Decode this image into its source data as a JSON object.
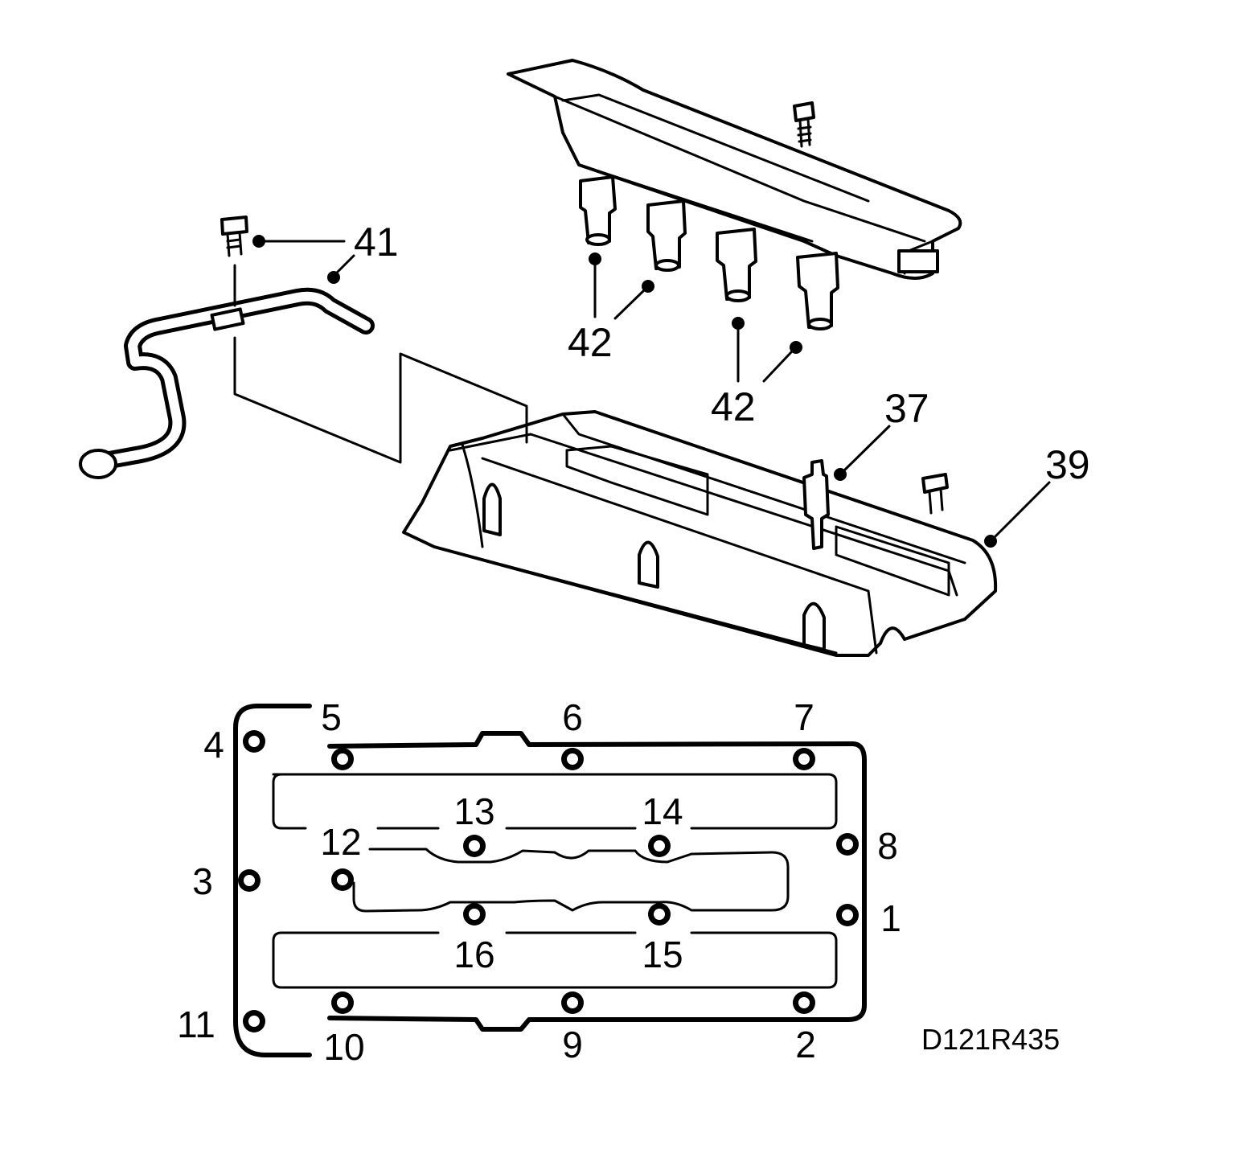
{
  "callouts": {
    "c41": "41",
    "c42a": "42",
    "c42b": "42",
    "c37": "37",
    "c39": "39"
  },
  "bolt_sequence": [
    "1",
    "2",
    "3",
    "4",
    "5",
    "6",
    "7",
    "8",
    "9",
    "10",
    "11",
    "12",
    "13",
    "14",
    "15",
    "16"
  ],
  "drawing_code": "D121R435"
}
